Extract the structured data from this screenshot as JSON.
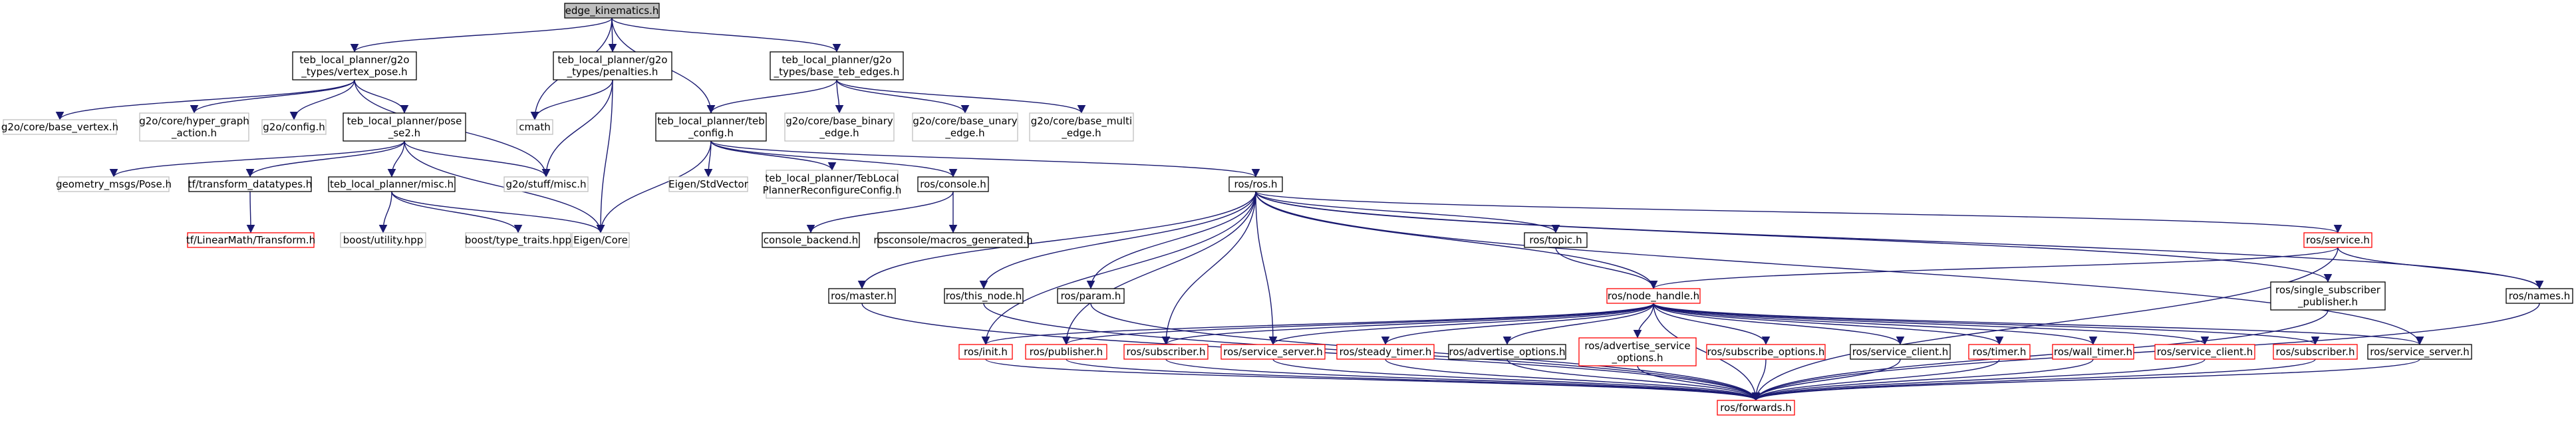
{
  "nodes": [
    {
      "id": "root",
      "lines": [
        "edge_kinematics.h"
      ],
      "style": "root"
    },
    {
      "id": "vertex_pose",
      "lines": [
        "teb_local_planner/g2o",
        "_types/vertex_pose.h"
      ],
      "style": "black"
    },
    {
      "id": "penalties",
      "lines": [
        "teb_local_planner/g2o",
        "_types/penalties.h"
      ],
      "style": "black"
    },
    {
      "id": "base_teb_edges",
      "lines": [
        "teb_local_planner/g2o",
        "_types/base_teb_edges.h"
      ],
      "style": "black"
    },
    {
      "id": "cmath",
      "lines": [
        "cmath"
      ],
      "style": "gray"
    },
    {
      "id": "base_vertex",
      "lines": [
        "g2o/core/base_vertex.h"
      ],
      "style": "gray"
    },
    {
      "id": "hyper_graph_action",
      "lines": [
        "g2o/core/hyper_graph",
        "_action.h"
      ],
      "style": "gray"
    },
    {
      "id": "g2o_config",
      "lines": [
        "g2o/config.h"
      ],
      "style": "gray"
    },
    {
      "id": "pose_se2",
      "lines": [
        "teb_local_planner/pose",
        "_se2.h"
      ],
      "style": "black"
    },
    {
      "id": "stuff_misc",
      "lines": [
        "g2o/stuff/misc.h"
      ],
      "style": "gray"
    },
    {
      "id": "teb_config",
      "lines": [
        "teb_local_planner/teb",
        "_config.h"
      ],
      "style": "black"
    },
    {
      "id": "base_binary_edge",
      "lines": [
        "g2o/core/base_binary",
        "_edge.h"
      ],
      "style": "gray"
    },
    {
      "id": "base_unary_edge",
      "lines": [
        "g2o/core/base_unary",
        "_edge.h"
      ],
      "style": "gray"
    },
    {
      "id": "base_multi_edge",
      "lines": [
        "g2o/core/base_multi",
        "_edge.h"
      ],
      "style": "gray"
    },
    {
      "id": "geometry_pose",
      "lines": [
        "geometry_msgs/Pose.h"
      ],
      "style": "gray"
    },
    {
      "id": "tf_transform_datatypes",
      "lines": [
        "tf/transform_datatypes.h"
      ],
      "style": "black"
    },
    {
      "id": "tlp_misc",
      "lines": [
        "teb_local_planner/misc.h"
      ],
      "style": "black"
    },
    {
      "id": "eigen_core",
      "lines": [
        "Eigen/Core"
      ],
      "style": "gray"
    },
    {
      "id": "eigen_stdvector",
      "lines": [
        "Eigen/StdVector"
      ],
      "style": "gray"
    },
    {
      "id": "reconfigure_config",
      "lines": [
        "teb_local_planner/TebLocal",
        "PlannerReconfigureConfig.h"
      ],
      "style": "gray"
    },
    {
      "id": "ros_console",
      "lines": [
        "ros/console.h"
      ],
      "style": "black"
    },
    {
      "id": "ros_h",
      "lines": [
        "ros/ros.h"
      ],
      "style": "black"
    },
    {
      "id": "tf_linearmath",
      "lines": [
        "tf/LinearMath/Transform.h"
      ],
      "style": "red"
    },
    {
      "id": "boost_utility",
      "lines": [
        "boost/utility.hpp"
      ],
      "style": "gray"
    },
    {
      "id": "boost_type_traits",
      "lines": [
        "boost/type_traits.hpp"
      ],
      "style": "gray"
    },
    {
      "id": "console_backend",
      "lines": [
        "console_backend.h"
      ],
      "style": "black"
    },
    {
      "id": "macros_generated",
      "lines": [
        "rosconsole/macros_generated.h"
      ],
      "style": "black"
    },
    {
      "id": "ros_service",
      "lines": [
        "ros/service.h"
      ],
      "style": "red"
    },
    {
      "id": "ros_topic",
      "lines": [
        "ros/topic.h"
      ],
      "style": "black"
    },
    {
      "id": "ros_master",
      "lines": [
        "ros/master.h"
      ],
      "style": "black"
    },
    {
      "id": "ros_this_node",
      "lines": [
        "ros/this_node.h"
      ],
      "style": "black"
    },
    {
      "id": "ros_param",
      "lines": [
        "ros/param.h"
      ],
      "style": "black"
    },
    {
      "id": "ros_node_handle",
      "lines": [
        "ros/node_handle.h"
      ],
      "style": "red"
    },
    {
      "id": "single_sub_pub",
      "lines": [
        "ros/single_subscriber",
        "_publisher.h"
      ],
      "style": "black"
    },
    {
      "id": "ros_names",
      "lines": [
        "ros/names.h"
      ],
      "style": "black"
    },
    {
      "id": "ros_init",
      "lines": [
        "ros/init.h"
      ],
      "style": "red"
    },
    {
      "id": "ros_publisher",
      "lines": [
        "ros/publisher.h"
      ],
      "style": "red"
    },
    {
      "id": "ros_subscriber_a",
      "lines": [
        "ros/subscriber.h"
      ],
      "style": "red"
    },
    {
      "id": "ros_service_server_a",
      "lines": [
        "ros/service_server.h"
      ],
      "style": "red"
    },
    {
      "id": "ros_steady_timer",
      "lines": [
        "ros/steady_timer.h"
      ],
      "style": "red"
    },
    {
      "id": "ros_advertise_options",
      "lines": [
        "ros/advertise_options.h"
      ],
      "style": "black"
    },
    {
      "id": "ros_advertise_service_options",
      "lines": [
        "ros/advertise_service",
        "_options.h"
      ],
      "style": "red"
    },
    {
      "id": "ros_subscribe_options",
      "lines": [
        "ros/subscribe_options.h"
      ],
      "style": "red"
    },
    {
      "id": "ros_service_client_a",
      "lines": [
        "ros/service_client.h"
      ],
      "style": "black"
    },
    {
      "id": "ros_timer",
      "lines": [
        "ros/timer.h"
      ],
      "style": "red"
    },
    {
      "id": "ros_wall_timer",
      "lines": [
        "ros/wall_timer.h"
      ],
      "style": "red"
    },
    {
      "id": "ros_service_client_b",
      "lines": [
        "ros/service_client.h"
      ],
      "style": "red"
    },
    {
      "id": "ros_subscriber_b",
      "lines": [
        "ros/subscriber.h"
      ],
      "style": "red"
    },
    {
      "id": "ros_service_server_b",
      "lines": [
        "ros/service_server.h"
      ],
      "style": "black"
    },
    {
      "id": "ros_forwards",
      "lines": [
        "ros/forwards.h"
      ],
      "style": "red"
    }
  ],
  "edges": [
    [
      "root",
      "vertex_pose"
    ],
    [
      "root",
      "cmath"
    ],
    [
      "root",
      "penalties"
    ],
    [
      "root",
      "teb_config"
    ],
    [
      "root",
      "base_teb_edges"
    ],
    [
      "vertex_pose",
      "base_vertex"
    ],
    [
      "vertex_pose",
      "hyper_graph_action"
    ],
    [
      "vertex_pose",
      "g2o_config"
    ],
    [
      "vertex_pose",
      "pose_se2"
    ],
    [
      "vertex_pose",
      "stuff_misc"
    ],
    [
      "penalties",
      "cmath"
    ],
    [
      "penalties",
      "stuff_misc"
    ],
    [
      "penalties",
      "eigen_core"
    ],
    [
      "base_teb_edges",
      "teb_config"
    ],
    [
      "base_teb_edges",
      "base_binary_edge"
    ],
    [
      "base_teb_edges",
      "base_unary_edge"
    ],
    [
      "base_teb_edges",
      "base_multi_edge"
    ],
    [
      "pose_se2",
      "geometry_pose"
    ],
    [
      "pose_se2",
      "tf_transform_datatypes"
    ],
    [
      "pose_se2",
      "tlp_misc"
    ],
    [
      "pose_se2",
      "stuff_misc"
    ],
    [
      "pose_se2",
      "eigen_core"
    ],
    [
      "teb_config",
      "eigen_core"
    ],
    [
      "teb_config",
      "eigen_stdvector"
    ],
    [
      "teb_config",
      "reconfigure_config"
    ],
    [
      "teb_config",
      "ros_console"
    ],
    [
      "teb_config",
      "ros_h"
    ],
    [
      "tf_transform_datatypes",
      "tf_linearmath"
    ],
    [
      "tlp_misc",
      "boost_utility"
    ],
    [
      "tlp_misc",
      "boost_type_traits"
    ],
    [
      "tlp_misc",
      "eigen_core"
    ],
    [
      "ros_console",
      "console_backend"
    ],
    [
      "ros_console",
      "macros_generated"
    ],
    [
      "ros_h",
      "ros_master"
    ],
    [
      "ros_h",
      "ros_this_node"
    ],
    [
      "ros_h",
      "ros_param"
    ],
    [
      "ros_h",
      "ros_topic"
    ],
    [
      "ros_h",
      "ros_node_handle"
    ],
    [
      "ros_h",
      "ros_service"
    ],
    [
      "ros_h",
      "single_sub_pub"
    ],
    [
      "ros_h",
      "ros_names"
    ],
    [
      "ros_h",
      "ros_init"
    ],
    [
      "ros_h",
      "ros_publisher"
    ],
    [
      "ros_h",
      "ros_subscriber_a"
    ],
    [
      "ros_h",
      "ros_service_server_a"
    ],
    [
      "ros_h",
      "ros_service_server_b"
    ],
    [
      "ros_service",
      "ros_node_handle"
    ],
    [
      "ros_service",
      "ros_names"
    ],
    [
      "ros_service",
      "ros_forwards"
    ],
    [
      "ros_topic",
      "ros_node_handle"
    ],
    [
      "ros_master",
      "ros_forwards"
    ],
    [
      "ros_this_node",
      "ros_forwards"
    ],
    [
      "ros_param",
      "ros_forwards"
    ],
    [
      "ros_node_handle",
      "ros_init"
    ],
    [
      "ros_node_handle",
      "ros_publisher"
    ],
    [
      "ros_node_handle",
      "ros_subscriber_a"
    ],
    [
      "ros_node_handle",
      "ros_service_server_a"
    ],
    [
      "ros_node_handle",
      "ros_steady_timer"
    ],
    [
      "ros_node_handle",
      "ros_advertise_options"
    ],
    [
      "ros_node_handle",
      "ros_advertise_service_options"
    ],
    [
      "ros_node_handle",
      "ros_subscribe_options"
    ],
    [
      "ros_node_handle",
      "ros_service_client_a"
    ],
    [
      "ros_node_handle",
      "ros_timer"
    ],
    [
      "ros_node_handle",
      "ros_wall_timer"
    ],
    [
      "ros_node_handle",
      "ros_service_client_b"
    ],
    [
      "ros_node_handle",
      "ros_subscriber_b"
    ],
    [
      "ros_node_handle",
      "ros_service_server_b"
    ],
    [
      "ros_node_handle",
      "ros_forwards"
    ],
    [
      "single_sub_pub",
      "ros_forwards"
    ],
    [
      "ros_names",
      "ros_forwards"
    ],
    [
      "ros_init",
      "ros_forwards"
    ],
    [
      "ros_publisher",
      "ros_forwards"
    ],
    [
      "ros_subscriber_a",
      "ros_forwards"
    ],
    [
      "ros_service_server_a",
      "ros_forwards"
    ],
    [
      "ros_steady_timer",
      "ros_forwards"
    ],
    [
      "ros_advertise_options",
      "ros_forwards"
    ],
    [
      "ros_advertise_service_options",
      "ros_forwards"
    ],
    [
      "ros_subscribe_options",
      "ros_forwards"
    ],
    [
      "ros_service_client_a",
      "ros_forwards"
    ],
    [
      "ros_timer",
      "ros_forwards"
    ],
    [
      "ros_wall_timer",
      "ros_forwards"
    ],
    [
      "ros_service_client_b",
      "ros_forwards"
    ],
    [
      "ros_subscriber_b",
      "ros_forwards"
    ],
    [
      "ros_service_server_b",
      "ros_forwards"
    ]
  ],
  "colors": {
    "edge": "#191970",
    "red_border": "#ff0000",
    "gray_border": "#bfbfbf",
    "black_border": "#000000",
    "root_fill": "#bfbfbf"
  }
}
